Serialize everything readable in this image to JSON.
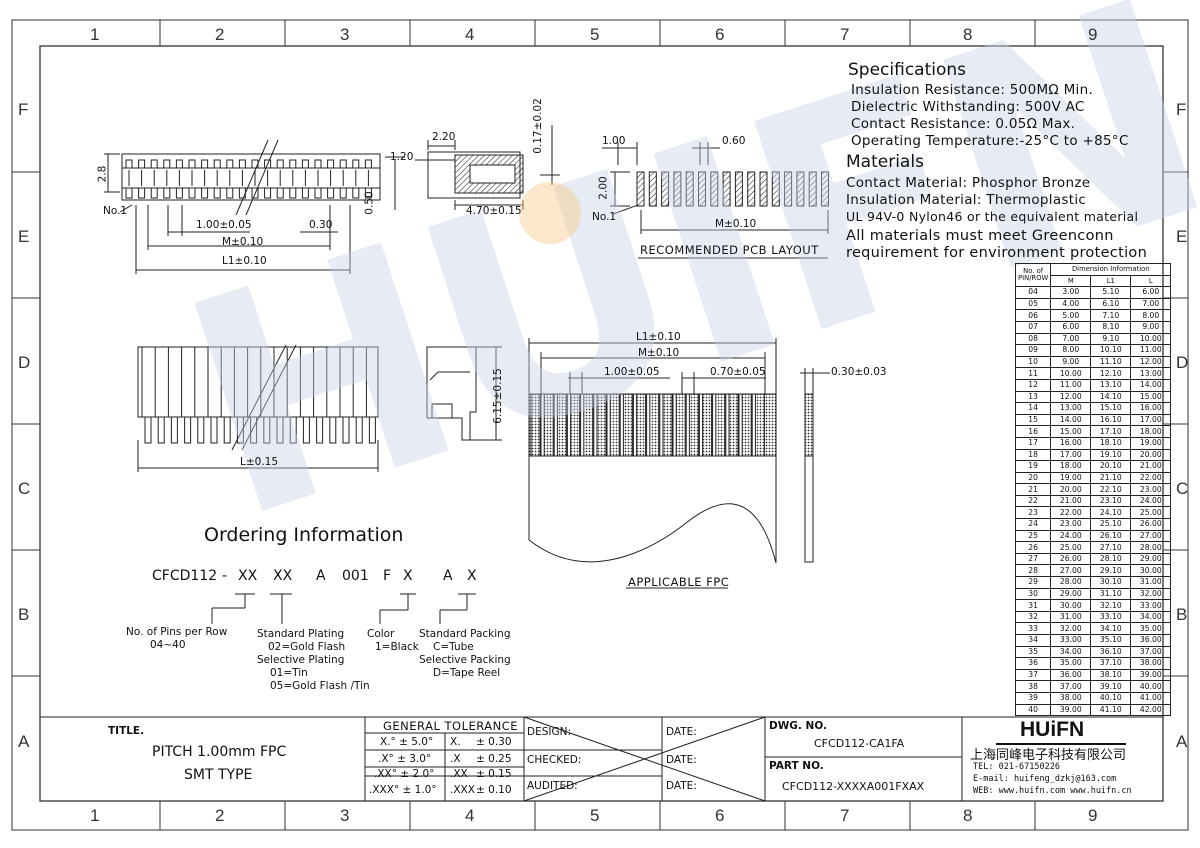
{
  "grid": {
    "columns": [
      "1",
      "2",
      "3",
      "4",
      "5",
      "6",
      "7",
      "8",
      "9"
    ],
    "rows": [
      "F",
      "E",
      "D",
      "C",
      "B",
      "A"
    ]
  },
  "watermark": "HUIFN",
  "specifications": {
    "heading": "Specifications",
    "lines": [
      "Insulation Resistance: 500MΩ Min.",
      "Dielectric Withstanding:  500V AC",
      "Contact Resistance:  0.05Ω Max.",
      "Operating Temperature:-25°C to +85°C"
    ]
  },
  "materials": {
    "heading": "Materials",
    "lines": [
      "Contact Material: Phosphor Bronze",
      "Insulation Material: Thermoplastic",
      "UL 94V-0 Nylon46 or the equivalent material",
      "All materials must meet Greenconn",
      "requirement for environment protection"
    ]
  },
  "top_view": {
    "dims": {
      "height": "2.8",
      "pitch": "1.00±0.05",
      "pad": "0.30",
      "m": "M±0.10",
      "l1": "L1±0.10",
      "right": "0.50",
      "pin1": "No.1"
    }
  },
  "side_view": {
    "dims": {
      "w": "2.20",
      "h1": "1.20",
      "h2": "0.17±0.02",
      "w2": "4.70±0.15"
    }
  },
  "pcb_layout": {
    "title": "RECOMMENDED PCB LAYOUT",
    "dims": {
      "pitch": "1.00",
      "pad": "0.60",
      "h": "2.00",
      "m": "M±0.10",
      "pin1": "No.1"
    }
  },
  "front_view": {
    "dims": {
      "l": "L±0.15"
    }
  },
  "end_view": {
    "dims": {
      "h": "6.15±0.15"
    }
  },
  "fpc": {
    "title": "APPLICABLE FPC",
    "dims": {
      "l1": "L1±0.10",
      "m": "M±0.10",
      "pitch": "1.00±0.05",
      "w": "0.70±0.05",
      "t": "0.30±0.03"
    }
  },
  "ordering": {
    "title": "Ordering Information",
    "code": [
      "CFCD112",
      "-",
      "XX",
      "XX",
      "A",
      "001",
      "F",
      "X",
      "A",
      "X"
    ],
    "notes": {
      "pins": [
        "No. of Pins per Row",
        "04~40"
      ],
      "plating": [
        "Standard Plating",
        "02=Gold Flash",
        "Selective Plating",
        "01=Tin",
        "05=Gold Flash /Tin"
      ],
      "color": [
        "Color",
        "1=Black"
      ],
      "packing": [
        "Standard Packing",
        "C=Tube",
        "Selective Packing",
        "D=Tape Reel"
      ]
    }
  },
  "dimension_table": {
    "header_col": "No. of PIN/ROW",
    "header_group": "Dimension Information",
    "columns": [
      "M",
      "L1",
      "L"
    ],
    "rows": [
      [
        "04",
        "3.00",
        "5.10",
        "6.00"
      ],
      [
        "05",
        "4.00",
        "6.10",
        "7.00"
      ],
      [
        "06",
        "5.00",
        "7.10",
        "8.00"
      ],
      [
        "07",
        "6.00",
        "8.10",
        "9.00"
      ],
      [
        "08",
        "7.00",
        "9.10",
        "10.00"
      ],
      [
        "09",
        "8.00",
        "10.10",
        "11.00"
      ],
      [
        "10",
        "9.00",
        "11.10",
        "12.00"
      ],
      [
        "11",
        "10.00",
        "12.10",
        "13.00"
      ],
      [
        "12",
        "11.00",
        "13.10",
        "14.00"
      ],
      [
        "13",
        "12.00",
        "14.10",
        "15.00"
      ],
      [
        "14",
        "13.00",
        "15.10",
        "16.00"
      ],
      [
        "15",
        "14.00",
        "16.10",
        "17.00"
      ],
      [
        "16",
        "15.00",
        "17.10",
        "18.00"
      ],
      [
        "17",
        "16.00",
        "18.10",
        "19.00"
      ],
      [
        "18",
        "17.00",
        "19.10",
        "20.00"
      ],
      [
        "19",
        "18.00",
        "20.10",
        "21.00"
      ],
      [
        "20",
        "19.00",
        "21.10",
        "22.00"
      ],
      [
        "21",
        "20.00",
        "22.10",
        "23.00"
      ],
      [
        "22",
        "21.00",
        "23.10",
        "24.00"
      ],
      [
        "23",
        "22.00",
        "24.10",
        "25.00"
      ],
      [
        "24",
        "23.00",
        "25.10",
        "26.00"
      ],
      [
        "25",
        "24.00",
        "26.10",
        "27.00"
      ],
      [
        "26",
        "25.00",
        "27.10",
        "28.00"
      ],
      [
        "27",
        "26.00",
        "28.10",
        "29.00"
      ],
      [
        "28",
        "27.00",
        "29.10",
        "30.00"
      ],
      [
        "29",
        "28.00",
        "30.10",
        "31.00"
      ],
      [
        "30",
        "29.00",
        "31.10",
        "32.00"
      ],
      [
        "31",
        "30.00",
        "32.10",
        "33.00"
      ],
      [
        "32",
        "31.00",
        "33.10",
        "34.00"
      ],
      [
        "33",
        "32.00",
        "34.10",
        "35.00"
      ],
      [
        "34",
        "33.00",
        "35.10",
        "36.00"
      ],
      [
        "35",
        "34.00",
        "36.10",
        "37.00"
      ],
      [
        "36",
        "35.00",
        "37.10",
        "38.00"
      ],
      [
        "37",
        "36.00",
        "38.10",
        "39.00"
      ],
      [
        "38",
        "37.00",
        "39.10",
        "40.00"
      ],
      [
        "39",
        "38.00",
        "40.10",
        "41.00"
      ],
      [
        "40",
        "39.00",
        "41.10",
        "42.00"
      ]
    ]
  },
  "title_block": {
    "title_label": "TITLE.",
    "title_lines": [
      "PITCH 1.00mm FPC",
      "SMT TYPE"
    ],
    "tolerance_heading": "GENERAL  TOLERANCE",
    "tolerances": [
      [
        "X.° ± 5.0°",
        "X.",
        "± 0.30"
      ],
      [
        ".X° ± 3.0°",
        ".X",
        "± 0.25"
      ],
      [
        ".XX° ± 2.0°",
        ".XX",
        "± 0.15"
      ],
      [
        ".XXX° ± 1.0°",
        ".XXX",
        "± 0.10"
      ]
    ],
    "signoffs": [
      "DESIGN:",
      "CHECKED:",
      "AUDITED:"
    ],
    "date_label": "DATE:",
    "dwg_label": "DWG. NO.",
    "dwg_no": "CFCD112-CA1FA",
    "part_label": "PART NO.",
    "part_no": "CFCD112-XXXXA001FXAX",
    "company_logo": "HUiFN",
    "company_name": "上海同峰电子科技有限公司",
    "tel": "TEL: 021-67150226",
    "email": "E-mail: huifeng_dzkj@163.com",
    "web": "WEB: www.huifn.com  www.huifn.cn"
  }
}
